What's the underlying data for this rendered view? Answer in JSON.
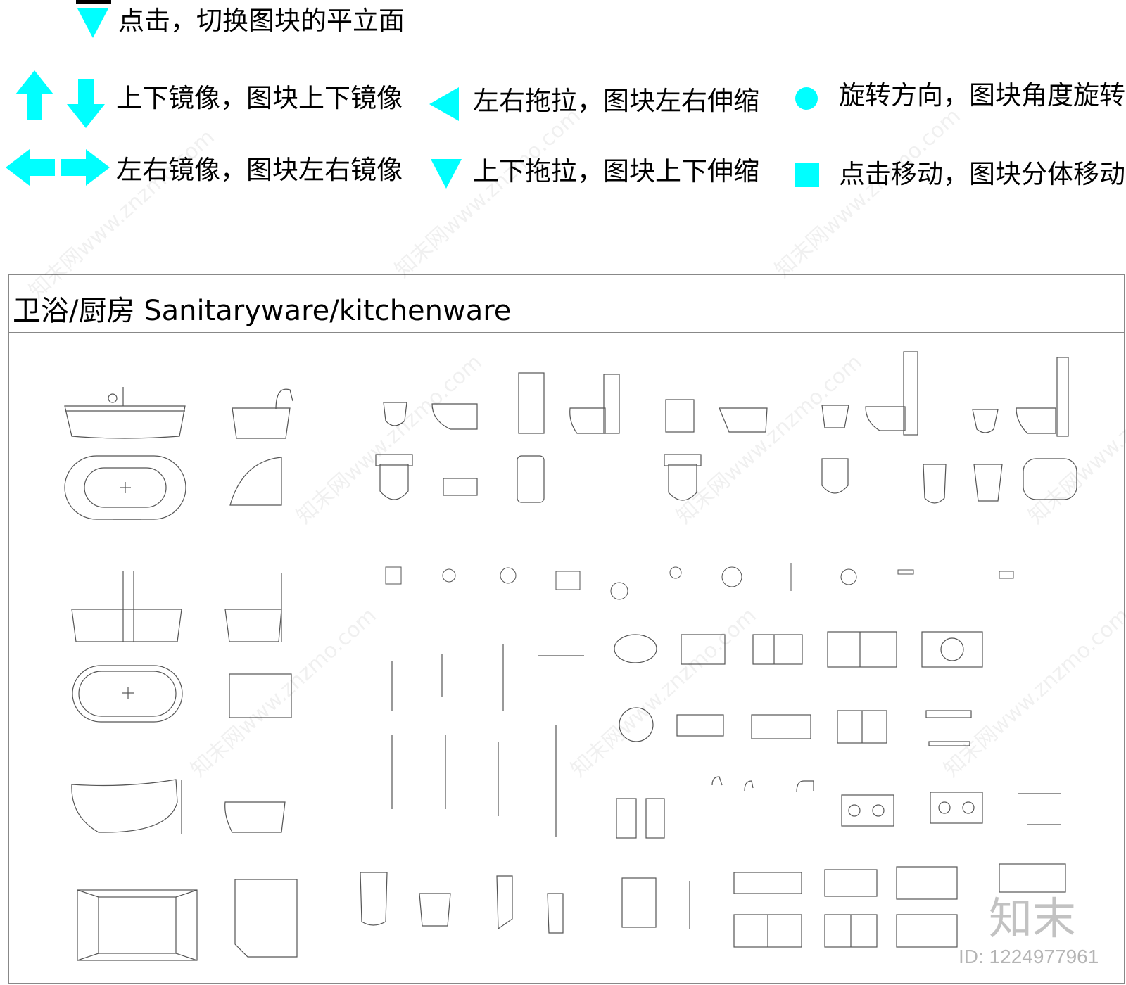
{
  "legend": {
    "switch_view": "点击，切换图块的平立面",
    "flip_vertical": "上下镜像，图块上下镜像",
    "flip_horizontal": "左右镜像，图块左右镜像",
    "stretch_horizontal": "左右拖拉，图块左右伸缩",
    "stretch_vertical": "上下拖拉，图块上下伸缩",
    "rotate": "旋转方向，图块角度旋转",
    "move": "点击移动，图块分体移动"
  },
  "panel": {
    "title": "卫浴/厨房 Sanitaryware/kitchenware"
  },
  "watermark": {
    "text": "知末网www.znzmo.com",
    "brand": "知末",
    "id": "ID: 1224977961"
  },
  "colors": {
    "accent": "#00FFFF",
    "line": "#555555",
    "border": "#888888"
  },
  "icons": [
    "triangle-down-icon",
    "arrow-up-icon",
    "arrow-down-icon",
    "arrow-left-icon",
    "arrow-right-icon",
    "triangle-left-icon",
    "circle-icon",
    "square-icon"
  ]
}
